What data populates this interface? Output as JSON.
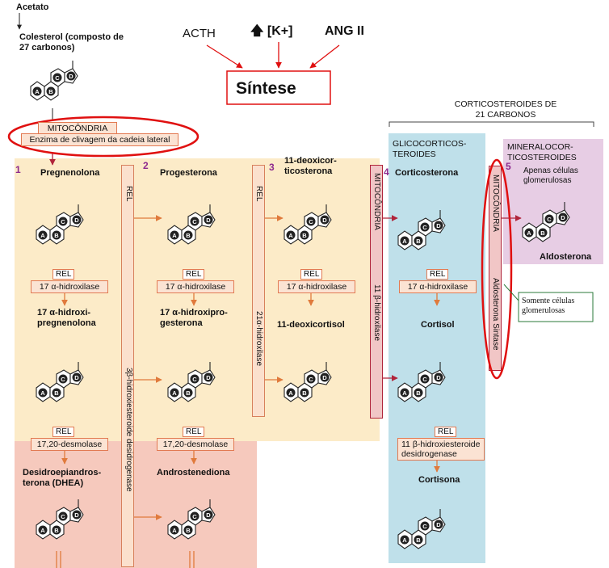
{
  "top": {
    "acetato": "Acetato",
    "colesterol": "Colesterol (composto de 27 carbonos)",
    "acth": "ACTH",
    "k": "[K+]",
    "ang": "ANG II",
    "sintese": "Síntese"
  },
  "mito": {
    "label": "MITOCÔNDRIA",
    "enzyme": "Enzima de clivagem da cadeia lateral"
  },
  "corticos": "CORTICOSTEROIDES DE 21 CARBONOS",
  "glico": "GLICOCORTICOS-TEROIDES",
  "mineralo": "MINERALOCOR-TICOSTEROIDES",
  "note": "Apenas células glomerulosas",
  "callout": "Somente células glomerulosas",
  "steps": [
    "1",
    "2",
    "3",
    "4",
    "5"
  ],
  "compounds": {
    "pregnenolona": "Pregnenolona",
    "progesterona": "Progesterona",
    "deoxicorticosterona": "11-deoxicor-ticosterona",
    "corticosterona": "Corticosterona",
    "aldosterona": "Aldosterona",
    "hidroxipregnenolona": "17 α-hidroxi-pregnenolona",
    "hidroxiprogesterona": "17 α-hidroxipro-gesterona",
    "deoxicortisol": "11-deoxicortisol",
    "cortisol": "Cortisol",
    "dhea": "Desidroepiandros-terona (DHEA)",
    "androstenediona": "Androstenediona",
    "cortisona": "Cortisona"
  },
  "enzymes": {
    "rel": "REL",
    "hidroxilase17": "17 α-hidroxilase",
    "desmolase": "17,20-desmolase",
    "hsd11": "11 β-hidroxiesteroide desidrogenase",
    "hidroxilase21": "21α-hidroxilase",
    "hidroxilase11": "11 β-hidroxilase",
    "hsd3": "3β-hidroxiesteroide desidrogenase",
    "mitocondria": "MITOCÔNDRIA",
    "aldosintase": "Aldosterona Sintase"
  },
  "colors": {
    "yellow": "#fcebc8",
    "pink": "#f6c9bd",
    "blue": "#bfe0ea",
    "purple": "#e7cde4",
    "arrow": "#e07a3c",
    "red": "#e01010",
    "darkred": "#b0243a"
  }
}
